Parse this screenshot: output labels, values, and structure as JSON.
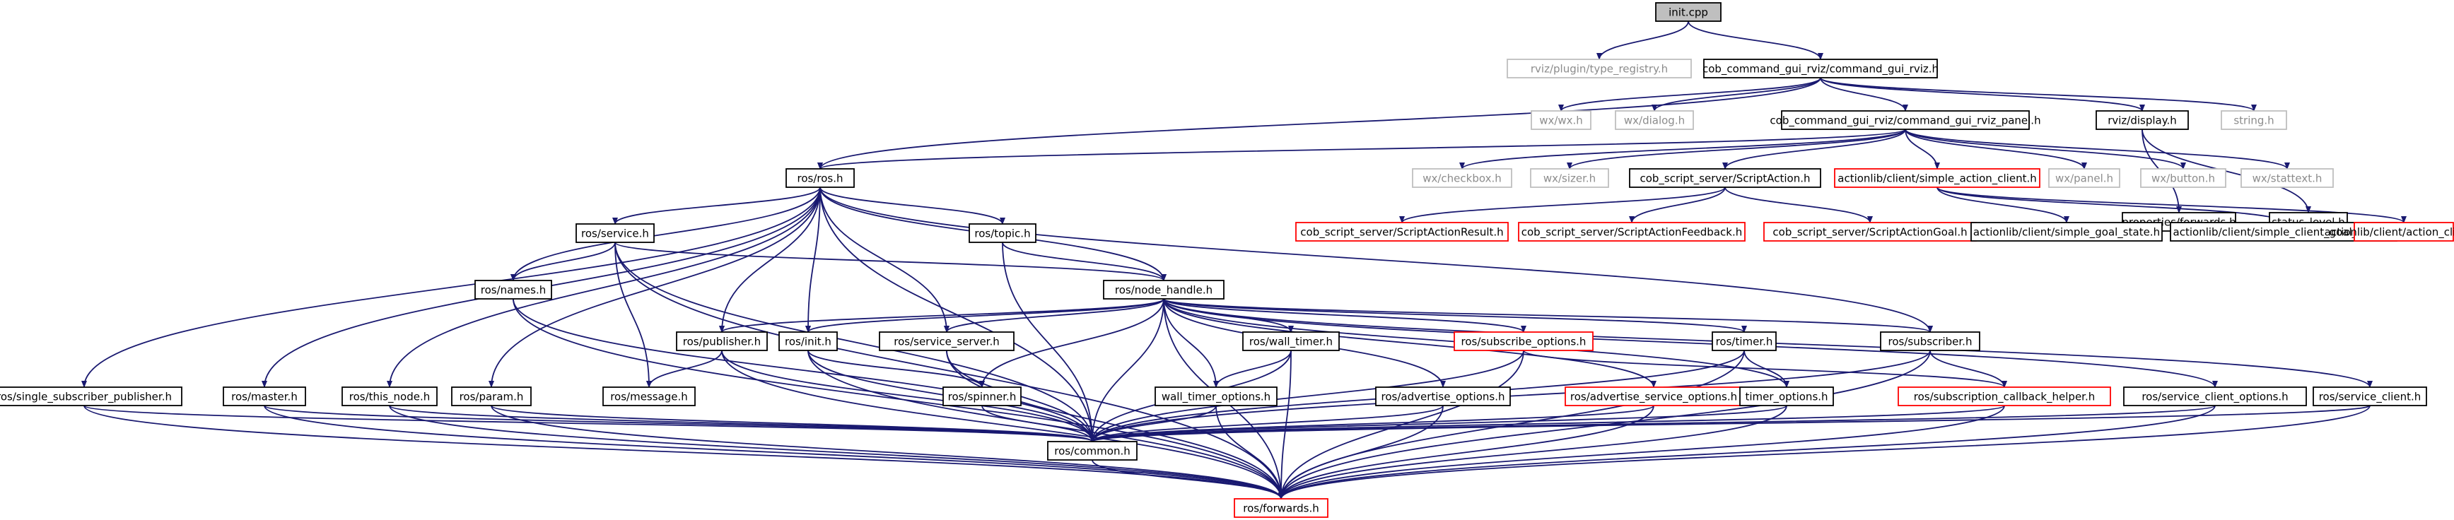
{
  "title": "init.cpp",
  "colors": {
    "edge": "#191970",
    "normal_border": "#000000",
    "external_border": "#bfbfbf",
    "external_text": "#8c8c8c",
    "incomplete_border": "#ff0000",
    "root_fill": "#bfbfbf"
  },
  "nodes": [
    {
      "id": "init_cpp",
      "label": "init.cpp",
      "kind": "root"
    },
    {
      "id": "type_registry",
      "label": "rviz/plugin/type_registry.h",
      "kind": "external"
    },
    {
      "id": "command_gui_rviz",
      "label": "cob_command_gui_rviz/command_gui_rviz.h",
      "kind": "normal"
    },
    {
      "id": "wx_wx",
      "label": "wx/wx.h",
      "kind": "external"
    },
    {
      "id": "wx_dialog",
      "label": "wx/dialog.h",
      "kind": "external"
    },
    {
      "id": "panel_h",
      "label": "cob_command_gui_rviz/command_gui_rviz_panel.h",
      "kind": "normal"
    },
    {
      "id": "rviz_display",
      "label": "rviz/display.h",
      "kind": "normal"
    },
    {
      "id": "string_h",
      "label": "string.h",
      "kind": "external"
    },
    {
      "id": "ros_h",
      "label": "ros/ros.h",
      "kind": "normal"
    },
    {
      "id": "wx_checkbox",
      "label": "wx/checkbox.h",
      "kind": "external"
    },
    {
      "id": "wx_sizer",
      "label": "wx/sizer.h",
      "kind": "external"
    },
    {
      "id": "script_action",
      "label": "cob_script_server/ScriptAction.h",
      "kind": "normal"
    },
    {
      "id": "simple_action_client",
      "label": "actionlib/client/simple_action_client.h",
      "kind": "incomplete"
    },
    {
      "id": "wx_panel",
      "label": "wx/panel.h",
      "kind": "external"
    },
    {
      "id": "wx_button",
      "label": "wx/button.h",
      "kind": "external"
    },
    {
      "id": "wx_stattext",
      "label": "wx/stattext.h",
      "kind": "external"
    },
    {
      "id": "properties_forwards",
      "label": "properties/forwards.h",
      "kind": "normal"
    },
    {
      "id": "status_level",
      "label": "status_level.h",
      "kind": "normal"
    },
    {
      "id": "script_action_result",
      "label": "cob_script_server/ScriptActionResult.h",
      "kind": "incomplete"
    },
    {
      "id": "script_action_feedback",
      "label": "cob_script_server/ScriptActionFeedback.h",
      "kind": "incomplete"
    },
    {
      "id": "script_action_goal",
      "label": "cob_script_server/ScriptActionGoal.h",
      "kind": "incomplete"
    },
    {
      "id": "simple_goal_state",
      "label": "actionlib/client/simple_goal_state.h",
      "kind": "normal"
    },
    {
      "id": "simple_client_goal_state",
      "label": "actionlib/client/simple_client_goal_state.h",
      "kind": "normal"
    },
    {
      "id": "action_client",
      "label": "actionlib/client/action_client.h",
      "kind": "incomplete"
    },
    {
      "id": "ros_service",
      "label": "ros/service.h",
      "kind": "normal"
    },
    {
      "id": "ros_topic",
      "label": "ros/topic.h",
      "kind": "normal"
    },
    {
      "id": "ros_names",
      "label": "ros/names.h",
      "kind": "normal"
    },
    {
      "id": "ros_node_handle",
      "label": "ros/node_handle.h",
      "kind": "normal"
    },
    {
      "id": "ros_publisher",
      "label": "ros/publisher.h",
      "kind": "normal"
    },
    {
      "id": "ros_init",
      "label": "ros/init.h",
      "kind": "normal"
    },
    {
      "id": "ros_service_server",
      "label": "ros/service_server.h",
      "kind": "normal"
    },
    {
      "id": "ros_wall_timer",
      "label": "ros/wall_timer.h",
      "kind": "normal"
    },
    {
      "id": "ros_subscribe_options",
      "label": "ros/subscribe_options.h",
      "kind": "incomplete"
    },
    {
      "id": "ros_timer",
      "label": "ros/timer.h",
      "kind": "normal"
    },
    {
      "id": "ros_subscriber",
      "label": "ros/subscriber.h",
      "kind": "normal"
    },
    {
      "id": "single_subscriber_publisher",
      "label": "ros/single_subscriber_publisher.h",
      "kind": "normal"
    },
    {
      "id": "ros_master",
      "label": "ros/master.h",
      "kind": "normal"
    },
    {
      "id": "ros_this_node",
      "label": "ros/this_node.h",
      "kind": "normal"
    },
    {
      "id": "ros_param",
      "label": "ros/param.h",
      "kind": "normal"
    },
    {
      "id": "ros_message",
      "label": "ros/message.h",
      "kind": "normal"
    },
    {
      "id": "ros_spinner",
      "label": "ros/spinner.h",
      "kind": "normal"
    },
    {
      "id": "wall_timer_options",
      "label": "wall_timer_options.h",
      "kind": "normal"
    },
    {
      "id": "advertise_options",
      "label": "ros/advertise_options.h",
      "kind": "normal"
    },
    {
      "id": "advertise_service_options",
      "label": "ros/advertise_service_options.h",
      "kind": "incomplete"
    },
    {
      "id": "timer_options",
      "label": "timer_options.h",
      "kind": "normal"
    },
    {
      "id": "subscription_callback_helper",
      "label": "ros/subscription_callback_helper.h",
      "kind": "incomplete"
    },
    {
      "id": "service_client_options",
      "label": "ros/service_client_options.h",
      "kind": "normal"
    },
    {
      "id": "ros_service_client",
      "label": "ros/service_client.h",
      "kind": "normal"
    },
    {
      "id": "ros_common",
      "label": "ros/common.h",
      "kind": "normal"
    },
    {
      "id": "ros_forwards",
      "label": "ros/forwards.h",
      "kind": "incomplete"
    }
  ],
  "edges": [
    [
      "init_cpp",
      "type_registry"
    ],
    [
      "init_cpp",
      "command_gui_rviz"
    ],
    [
      "command_gui_rviz",
      "wx_wx"
    ],
    [
      "command_gui_rviz",
      "wx_dialog"
    ],
    [
      "command_gui_rviz",
      "panel_h"
    ],
    [
      "command_gui_rviz",
      "rviz_display"
    ],
    [
      "command_gui_rviz",
      "string_h"
    ],
    [
      "command_gui_rviz",
      "ros_h"
    ],
    [
      "panel_h",
      "ros_h"
    ],
    [
      "panel_h",
      "wx_checkbox"
    ],
    [
      "panel_h",
      "wx_sizer"
    ],
    [
      "panel_h",
      "script_action"
    ],
    [
      "panel_h",
      "simple_action_client"
    ],
    [
      "panel_h",
      "wx_panel"
    ],
    [
      "panel_h",
      "wx_button"
    ],
    [
      "panel_h",
      "wx_stattext"
    ],
    [
      "rviz_display",
      "properties_forwards"
    ],
    [
      "rviz_display",
      "status_level"
    ],
    [
      "script_action",
      "script_action_result"
    ],
    [
      "script_action",
      "script_action_feedback"
    ],
    [
      "script_action",
      "script_action_goal"
    ],
    [
      "simple_action_client",
      "simple_goal_state"
    ],
    [
      "simple_action_client",
      "simple_client_goal_state"
    ],
    [
      "simple_action_client",
      "action_client"
    ],
    [
      "ros_h",
      "ros_service"
    ],
    [
      "ros_h",
      "ros_topic"
    ],
    [
      "ros_h",
      "ros_names"
    ],
    [
      "ros_h",
      "ros_node_handle"
    ],
    [
      "ros_h",
      "ros_publisher"
    ],
    [
      "ros_h",
      "ros_init"
    ],
    [
      "ros_h",
      "ros_service_server"
    ],
    [
      "ros_h",
      "ros_subscriber"
    ],
    [
      "ros_h",
      "single_subscriber_publisher"
    ],
    [
      "ros_h",
      "ros_master"
    ],
    [
      "ros_h",
      "ros_this_node"
    ],
    [
      "ros_h",
      "ros_param"
    ],
    [
      "ros_h",
      "ros_common"
    ],
    [
      "ros_service",
      "ros_names"
    ],
    [
      "ros_service",
      "ros_node_handle"
    ],
    [
      "ros_service",
      "ros_message"
    ],
    [
      "ros_service",
      "ros_common"
    ],
    [
      "ros_service",
      "ros_forwards"
    ],
    [
      "ros_topic",
      "ros_node_handle"
    ],
    [
      "ros_topic",
      "ros_common"
    ],
    [
      "ros_names",
      "ros_common"
    ],
    [
      "ros_names",
      "ros_forwards"
    ],
    [
      "ros_node_handle",
      "ros_publisher"
    ],
    [
      "ros_node_handle",
      "ros_init"
    ],
    [
      "ros_node_handle",
      "ros_service_server"
    ],
    [
      "ros_node_handle",
      "ros_spinner"
    ],
    [
      "ros_node_handle",
      "ros_wall_timer"
    ],
    [
      "ros_node_handle",
      "wall_timer_options"
    ],
    [
      "ros_node_handle",
      "advertise_options"
    ],
    [
      "ros_node_handle",
      "advertise_service_options"
    ],
    [
      "ros_node_handle",
      "ros_subscribe_options"
    ],
    [
      "ros_node_handle",
      "ros_timer"
    ],
    [
      "ros_node_handle",
      "timer_options"
    ],
    [
      "ros_node_handle",
      "ros_subscriber"
    ],
    [
      "ros_node_handle",
      "service_client_options"
    ],
    [
      "ros_node_handle",
      "ros_service_client"
    ],
    [
      "ros_node_handle",
      "ros_common"
    ],
    [
      "ros_node_handle",
      "ros_forwards"
    ],
    [
      "ros_publisher",
      "ros_message"
    ],
    [
      "ros_publisher",
      "ros_common"
    ],
    [
      "ros_publisher",
      "ros_forwards"
    ],
    [
      "ros_init",
      "ros_spinner"
    ],
    [
      "ros_init",
      "ros_common"
    ],
    [
      "ros_init",
      "ros_forwards"
    ],
    [
      "ros_service_server",
      "ros_common"
    ],
    [
      "ros_service_server",
      "ros_forwards"
    ],
    [
      "ros_wall_timer",
      "wall_timer_options"
    ],
    [
      "ros_wall_timer",
      "ros_common"
    ],
    [
      "ros_wall_timer",
      "ros_forwards"
    ],
    [
      "ros_subscribe_options",
      "subscription_callback_helper"
    ],
    [
      "ros_subscribe_options",
      "ros_common"
    ],
    [
      "ros_subscribe_options",
      "ros_forwards"
    ],
    [
      "ros_timer",
      "timer_options"
    ],
    [
      "ros_timer",
      "ros_common"
    ],
    [
      "ros_timer",
      "ros_forwards"
    ],
    [
      "ros_subscriber",
      "subscription_callback_helper"
    ],
    [
      "ros_subscriber",
      "ros_common"
    ],
    [
      "ros_subscriber",
      "ros_forwards"
    ],
    [
      "single_subscriber_publisher",
      "ros_common"
    ],
    [
      "single_subscriber_publisher",
      "ros_forwards"
    ],
    [
      "ros_master",
      "ros_common"
    ],
    [
      "ros_master",
      "ros_forwards"
    ],
    [
      "ros_this_node",
      "ros_common"
    ],
    [
      "ros_this_node",
      "ros_forwards"
    ],
    [
      "ros_param",
      "ros_common"
    ],
    [
      "ros_param",
      "ros_forwards"
    ],
    [
      "ros_spinner",
      "ros_common"
    ],
    [
      "wall_timer_options",
      "ros_common"
    ],
    [
      "wall_timer_options",
      "ros_forwards"
    ],
    [
      "advertise_options",
      "ros_common"
    ],
    [
      "advertise_options",
      "ros_forwards"
    ],
    [
      "advertise_service_options",
      "ros_common"
    ],
    [
      "advertise_service_options",
      "ros_forwards"
    ],
    [
      "timer_options",
      "ros_common"
    ],
    [
      "timer_options",
      "ros_forwards"
    ],
    [
      "subscription_callback_helper",
      "ros_common"
    ],
    [
      "subscription_callback_helper",
      "ros_forwards"
    ],
    [
      "service_client_options",
      "ros_common"
    ],
    [
      "service_client_options",
      "ros_forwards"
    ],
    [
      "ros_service_client",
      "ros_common"
    ],
    [
      "ros_service_client",
      "ros_forwards"
    ],
    [
      "ros_common",
      "ros_forwards"
    ]
  ]
}
